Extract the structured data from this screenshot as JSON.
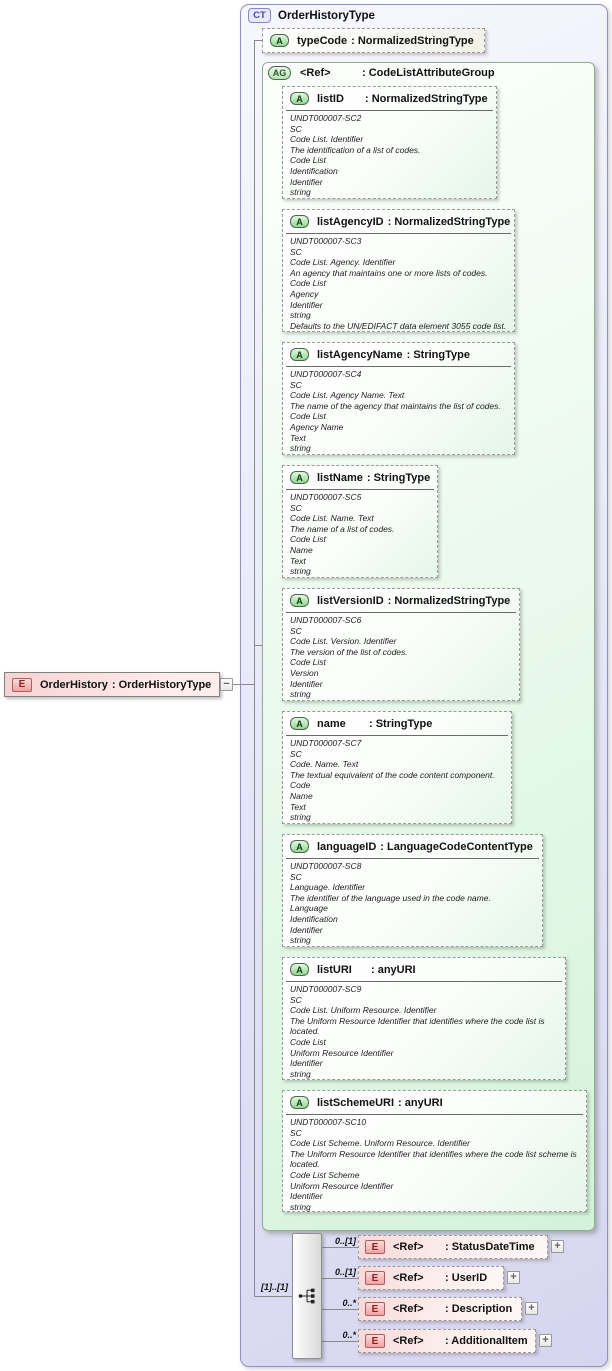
{
  "root_element": {
    "kind": "E",
    "name": "OrderHistory",
    "type_label": ": OrderHistoryType",
    "collapse_label": "−"
  },
  "ct": {
    "kind": "CT",
    "title": "OrderHistoryType",
    "type_code_attr": {
      "kind": "A",
      "name": "typeCode",
      "type_label": ": NormalizedStringType"
    },
    "ag": {
      "kind": "AG",
      "name": "<Ref>",
      "type_label": ": CodeListAttributeGroup",
      "attributes": [
        {
          "kind": "A",
          "name": "listID",
          "type_label": ": NormalizedStringType",
          "doc": "UNDT000007-SC2\nSC\nCode List. Identifier\nThe identification of a list of codes.\nCode List\nIdentification\nIdentifier\nstring"
        },
        {
          "kind": "A",
          "name": "listAgencyID",
          "type_label": ": NormalizedStringType",
          "doc": "UNDT000007-SC3\nSC\nCode List. Agency. Identifier\nAn agency that maintains one or more lists of codes.\nCode List\nAgency\nIdentifier\nstring\nDefaults to the UN/EDIFACT data element 3055 code list."
        },
        {
          "kind": "A",
          "name": "listAgencyName",
          "type_label": ": StringType",
          "doc": "UNDT000007-SC4\nSC\nCode List. Agency Name. Text\nThe name of the agency that maintains the list of codes.\nCode List\nAgency Name\nText\nstring"
        },
        {
          "kind": "A",
          "name": "listName",
          "type_label": ": StringType",
          "doc": "UNDT000007-SC5\nSC\nCode List. Name. Text\nThe name of a list of codes.\nCode List\nName\nText\nstring"
        },
        {
          "kind": "A",
          "name": "listVersionID",
          "type_label": ": NormalizedStringType",
          "doc": "UNDT000007-SC6\nSC\nCode List. Version. Identifier\nThe version of the list of codes.\nCode List\nVersion\nIdentifier\nstring"
        },
        {
          "kind": "A",
          "name": "name",
          "type_label": ": StringType",
          "doc": "UNDT000007-SC7\nSC\nCode. Name. Text\nThe textual equivalent of the code content component.\nCode\nName\nText\nstring"
        },
        {
          "kind": "A",
          "name": "languageID",
          "type_label": ": LanguageCodeContentType",
          "doc": "UNDT000007-SC8\nSC\nLanguage. Identifier\nThe identifier of the language used in the code name.\nLanguage\nIdentification\nIdentifier\nstring"
        },
        {
          "kind": "A",
          "name": "listURI",
          "type_label": ": anyURI",
          "doc": "UNDT000007-SC9\nSC\nCode List. Uniform Resource. Identifier\nThe Uniform Resource Identifier that identifies where the code list is located.\nCode List\nUniform Resource Identifier\nIdentifier\nstring"
        },
        {
          "kind": "A",
          "name": "listSchemeURI",
          "type_label": ": anyURI",
          "doc": "UNDT000007-SC10\nSC\nCode List Scheme. Uniform Resource. Identifier\nThe Uniform Resource Identifier that identifies where the code list scheme is located.\nCode List Scheme\nUniform Resource Identifier\nIdentifier\nstring"
        }
      ]
    },
    "sequence": {
      "cardinality": "[1]..[1]",
      "elements": [
        {
          "kind": "E",
          "cardinality": "0..[1]",
          "name": "<Ref>",
          "type_label": ": StatusDateTime",
          "expand_label": "+"
        },
        {
          "kind": "E",
          "cardinality": "0..[1]",
          "name": "<Ref>",
          "type_label": ": UserID",
          "expand_label": "+"
        },
        {
          "kind": "E",
          "cardinality": "0..*",
          "name": "<Ref>",
          "type_label": ": Description",
          "expand_label": "+"
        },
        {
          "kind": "E",
          "cardinality": "0..*",
          "name": "<Ref>",
          "type_label": ": AdditionalItem",
          "expand_label": "+"
        }
      ]
    }
  }
}
